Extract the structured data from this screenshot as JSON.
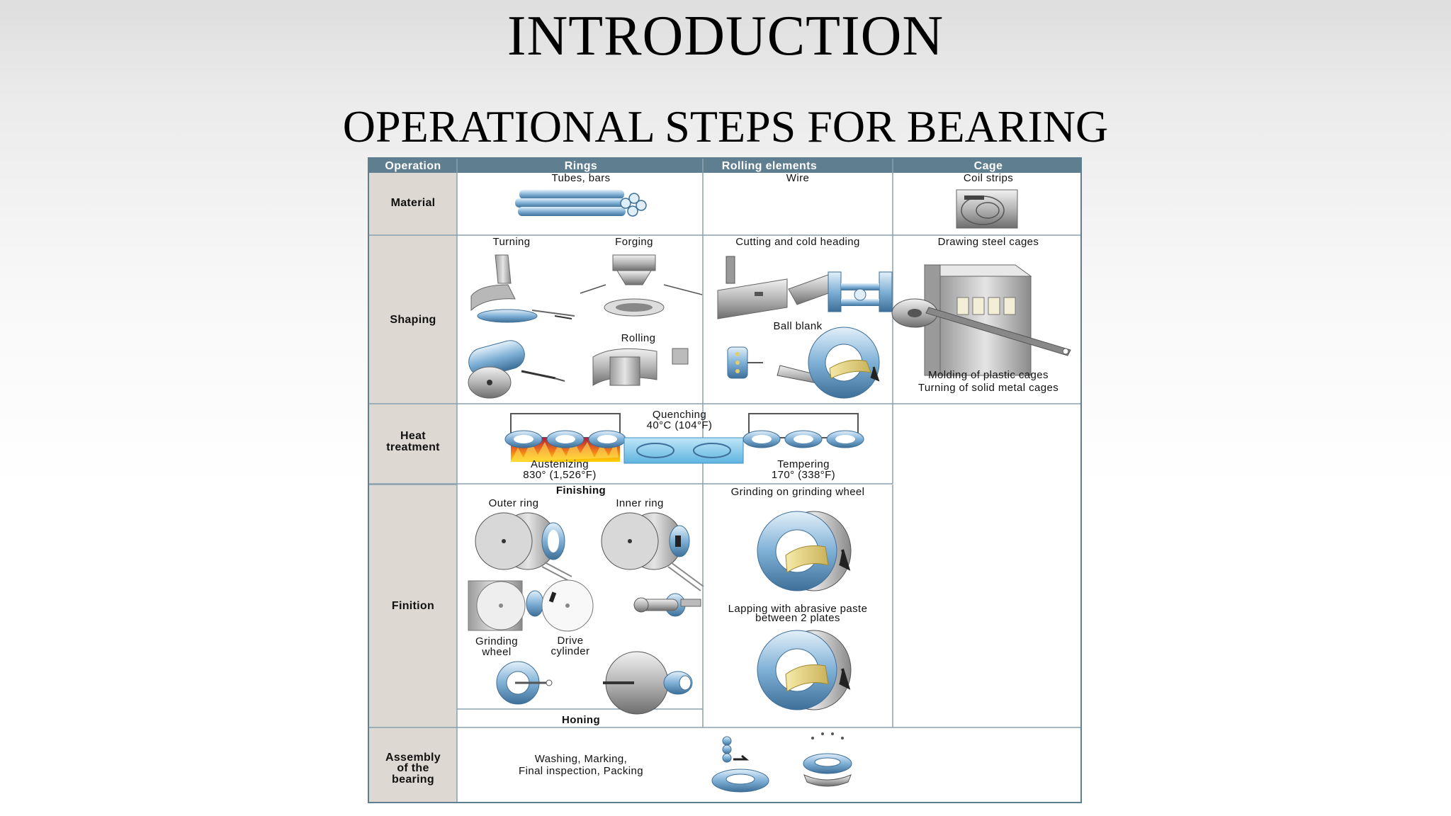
{
  "slide": {
    "title": "INTRODUCTION",
    "subtitle": "OPERATIONAL STEPS FOR BEARING"
  },
  "table": {
    "headers": [
      "Operation",
      "Rings",
      "Rolling elements",
      "Cage"
    ],
    "rows": [
      "Material",
      "Shaping",
      "Heat",
      "treatment",
      "Finition",
      "Assembly",
      "of the",
      "bearing"
    ],
    "material": {
      "rings": "Tubes, bars",
      "rolling": "Wire",
      "cage": "Coil strips"
    },
    "shaping": {
      "turning": "Turning",
      "forging": "Forging",
      "rolling": "Rolling",
      "cutting": "Cutting and cold heading",
      "ball_blank": "Ball blank",
      "drawing": "Drawing steel cages",
      "molding": "Molding of plastic cages",
      "turning_solid": "Turning of solid metal cages"
    },
    "heat": {
      "quenching": "Quenching",
      "quenching_temp": "40°C (104°F)",
      "austenizing": "Austenizing",
      "austenizing_temp": "830° (1,526°F)",
      "tempering": "Tempering",
      "tempering_temp": "170° (338°F)"
    },
    "finition": {
      "finishing": "Finishing",
      "outer_ring": "Outer ring",
      "inner_ring": "Inner ring",
      "grinding": "Grinding",
      "wheel": "wheel",
      "drive": "Drive",
      "cylinder": "cylinder",
      "honing": "Honing",
      "grinding_wheel": "Grinding on grinding wheel",
      "lapping1": "Lapping with abrasive paste",
      "lapping2": "between 2 plates"
    },
    "assembly": {
      "line1": "Washing, Marking,",
      "line2": "Final inspection, Packing"
    }
  },
  "colors": {
    "header_bg": "#5f7f91",
    "row_label_bg": "#ddd8d2",
    "steel_blue": "#6fa3c9"
  }
}
